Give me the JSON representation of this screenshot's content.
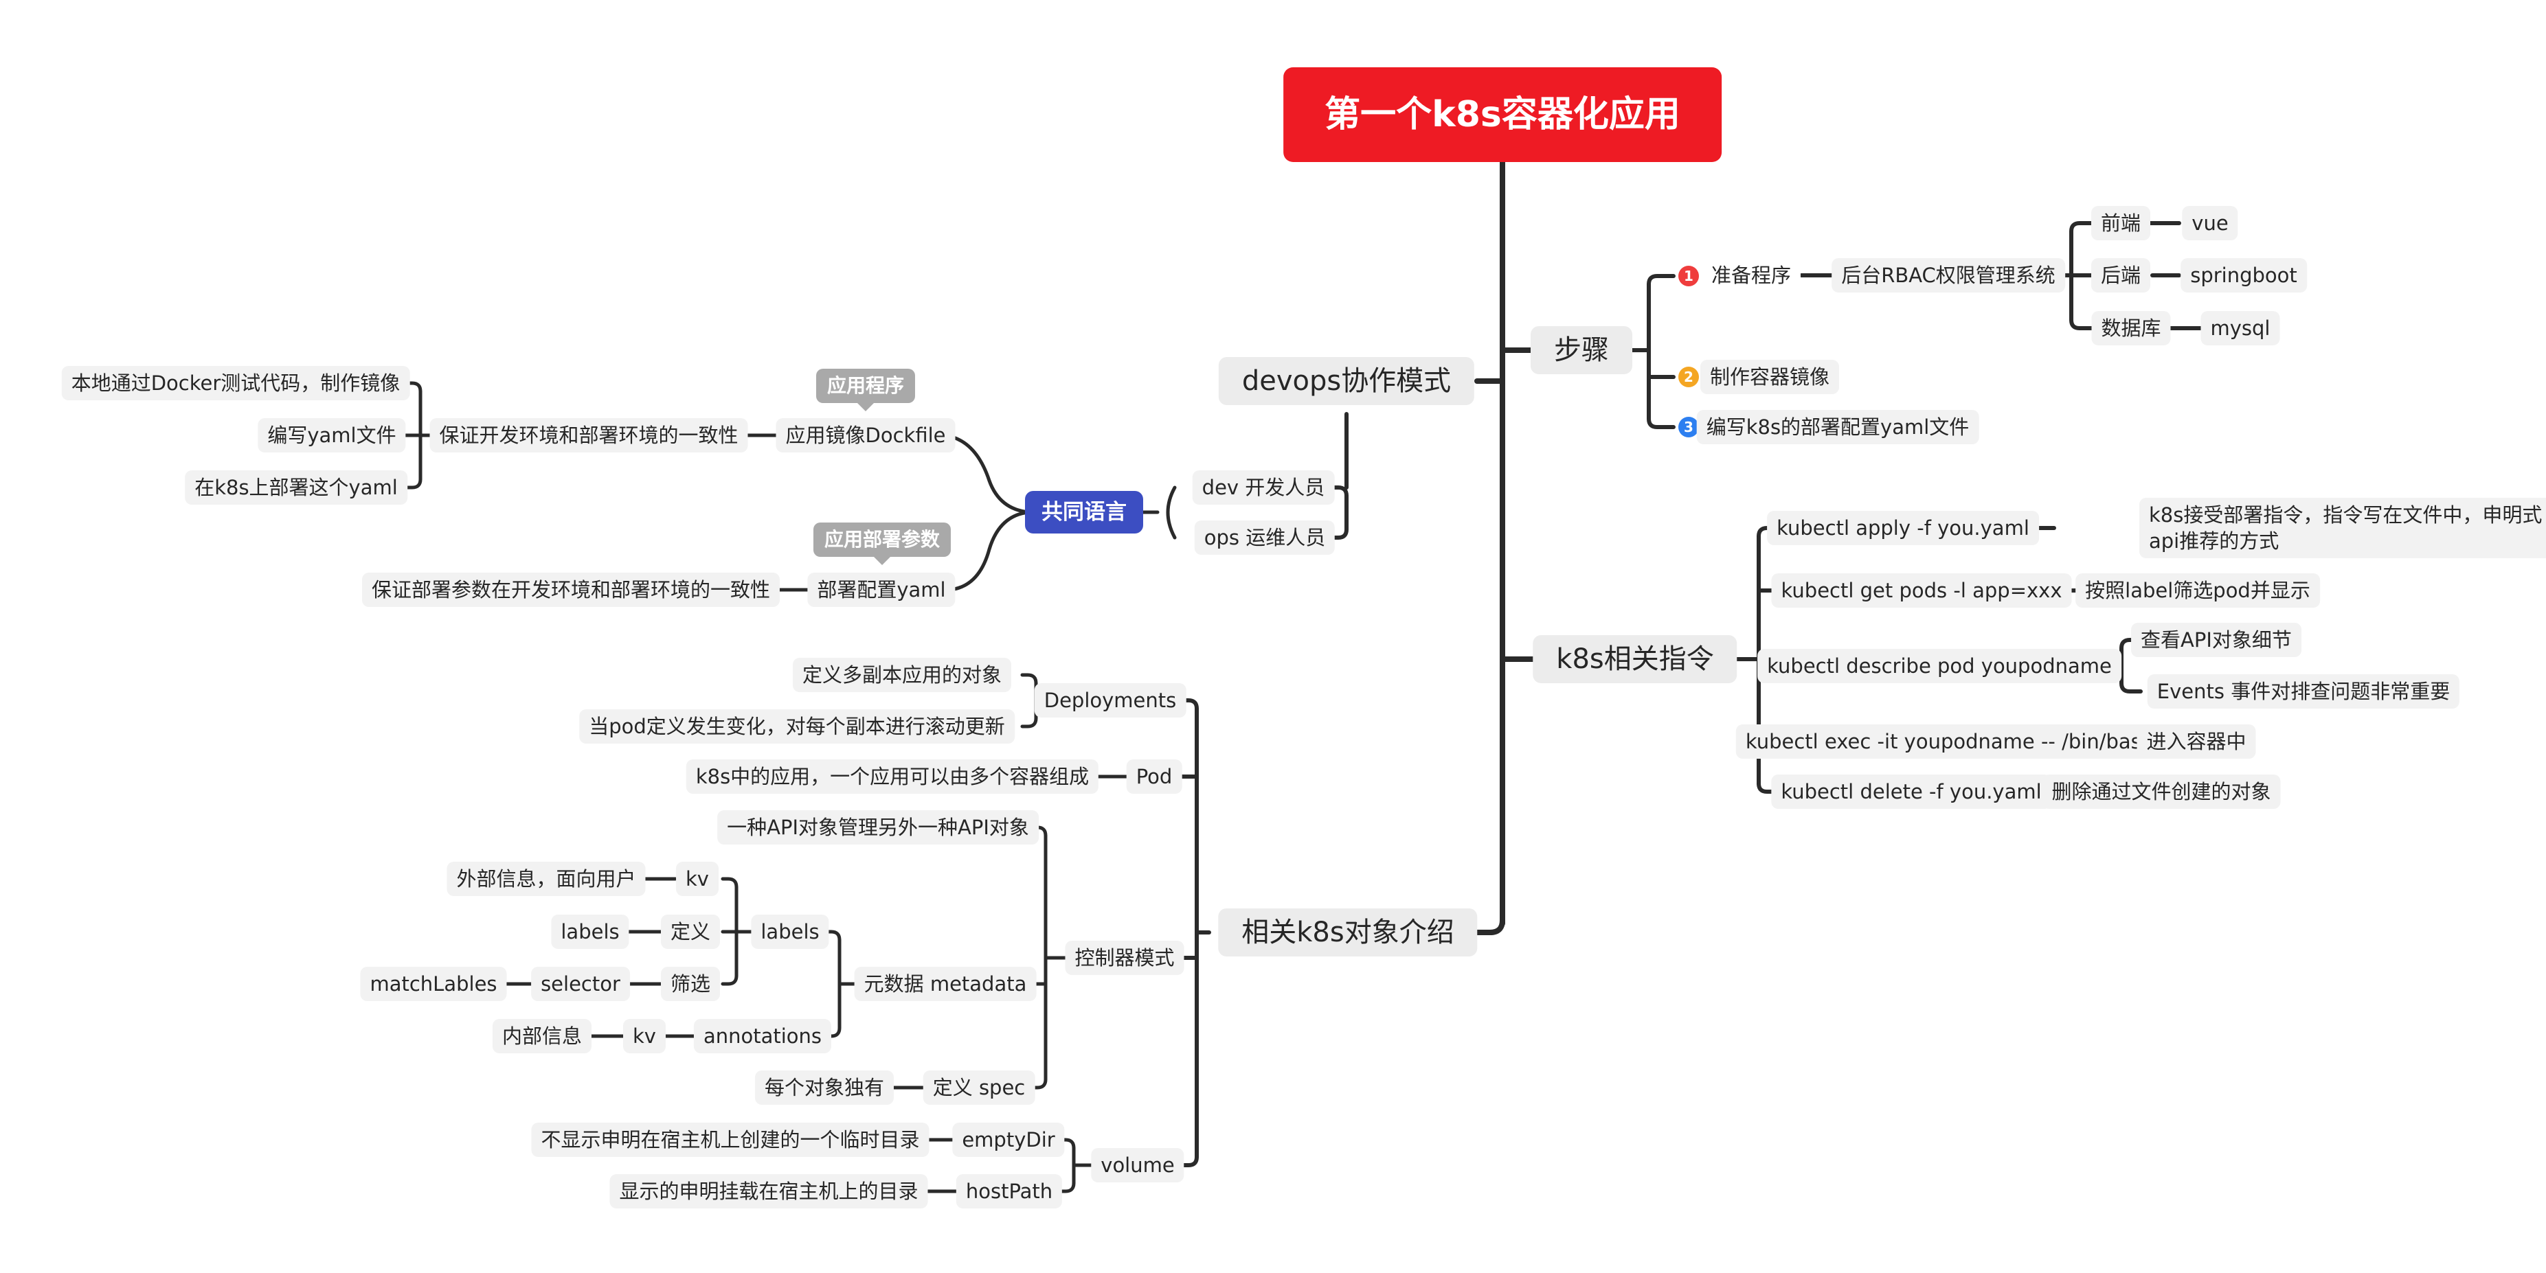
{
  "colors": {
    "root": "#ee1b24",
    "hub": "#3c4ec2",
    "tag": "#a9a9a9",
    "line": "#2a2a2a",
    "badge_red": "#ef3d3d",
    "badge_orange": "#f4a623",
    "badge_blue": "#2d7ff0"
  },
  "root": {
    "title": "第一个k8s容器化应用"
  },
  "devops": {
    "title": "devops协作模式",
    "dev": "dev 开发人员",
    "ops": "ops 运维人员",
    "hub": "共同语言",
    "image": {
      "tag": "应用程序",
      "label": "应用镜像Dockfile",
      "purpose": "保证开发环境和部署环境的一致性",
      "items": [
        "本地通过Docker测试代码，制作镜像",
        "编写yaml文件",
        "在k8s上部署这个yaml"
      ]
    },
    "config": {
      "tag": "应用部署参数",
      "label": "部署配置yaml",
      "purpose": "保证部署参数在开发环境和部署环境的一致性"
    }
  },
  "steps": {
    "title": "步骤",
    "step1": {
      "badge": "1",
      "label": "准备程序",
      "system": "后台RBAC权限管理系统",
      "parts": [
        {
          "name": "前端",
          "tech": "vue"
        },
        {
          "name": "后端",
          "tech": "springboot"
        },
        {
          "name": "数据库",
          "tech": "mysql"
        }
      ]
    },
    "step2": {
      "badge": "2",
      "label": "制作容器镜像"
    },
    "step3": {
      "badge": "3",
      "label": "编写k8s的部署配置yaml文件"
    }
  },
  "commands": {
    "title": "k8s相关指令",
    "apply": {
      "cmd": "kubectl apply -f you.yaml",
      "desc": "k8s接受部署指令，指令写在文件中，申明式api推荐的方式"
    },
    "get": {
      "cmd": "kubectl get pods -l app=xxx",
      "desc": "按照label筛选pod并显示"
    },
    "describe": {
      "cmd": "kubectl describe pod  youpodname",
      "desc1": "查看API对象细节",
      "desc2": "Events 事件对排查问题非常重要"
    },
    "exec": {
      "cmd": "kubectl exec -it youpodname  -- /bin/bash",
      "desc": "进入容器中"
    },
    "delete": {
      "cmd": "kubectl delete -f  you.yaml",
      "desc": "删除通过文件创建的对象"
    }
  },
  "objects": {
    "title": "相关k8s对象介绍",
    "deployments": {
      "label": "Deployments",
      "items": [
        "定义多副本应用的对象",
        "当pod定义发生变化，对每个副本进行滚动更新"
      ]
    },
    "pod": {
      "label": "Pod",
      "desc": "k8s中的应用，一个应用可以由多个容器组成"
    },
    "controller": {
      "label": "控制器模式",
      "desc": "一种API对象管理另外一种API对象",
      "metadata": {
        "label": "元数据 metadata",
        "labels": {
          "label": "labels",
          "kv": "kv",
          "kv_desc": "外部信息，面向用户",
          "define": "定义",
          "define_desc": "labels",
          "filter": "筛选",
          "selector": "selector",
          "match": "matchLables"
        },
        "annotations": {
          "label": "annotations",
          "kv": "kv",
          "kv_desc": "内部信息"
        }
      },
      "spec": {
        "label": "定义 spec",
        "desc": "每个对象独有"
      }
    },
    "volume": {
      "label": "volume",
      "emptydir": {
        "label": "emptyDir",
        "desc": "不显示申明在宿主机上创建的一个临时目录"
      },
      "hostpath": {
        "label": "hostPath",
        "desc": "显示的申明挂载在宿主机上的目录"
      }
    }
  }
}
